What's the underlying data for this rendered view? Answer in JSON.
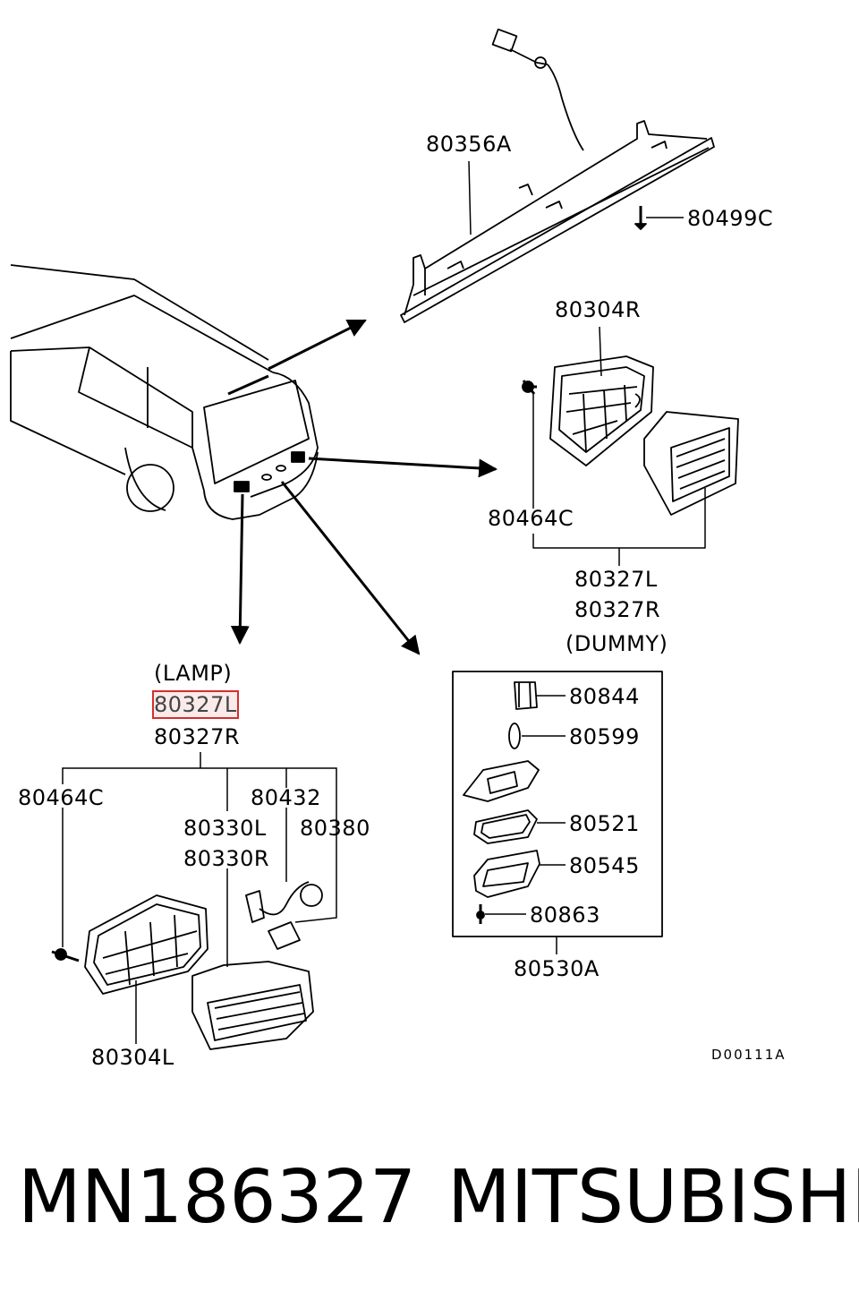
{
  "labels": {
    "p80356A": "80356A",
    "p80499C": "80499C",
    "p80304R": "80304R",
    "p80464C_right": "80464C",
    "p80327L_right": "80327L",
    "p80327R_right": "80327R",
    "dummy": "(DUMMY)",
    "lamp": "(LAMP)",
    "p80327L_left": "80327L",
    "p80327R_left": "80327R",
    "p80464C_left": "80464C",
    "p80432": "80432",
    "p80330L": "80330L",
    "p80380": "80380",
    "p80330R": "80330R",
    "p80304L": "80304L",
    "p80844": "80844",
    "p80599": "80599",
    "p80521": "80521",
    "p80545": "80545",
    "p80863": "80863",
    "p80530A": "80530A",
    "code": "D00111A"
  },
  "footer": {
    "part_number": "MN186327",
    "brand": "MITSUBISHI"
  },
  "highlight_color": "#d32f2f"
}
